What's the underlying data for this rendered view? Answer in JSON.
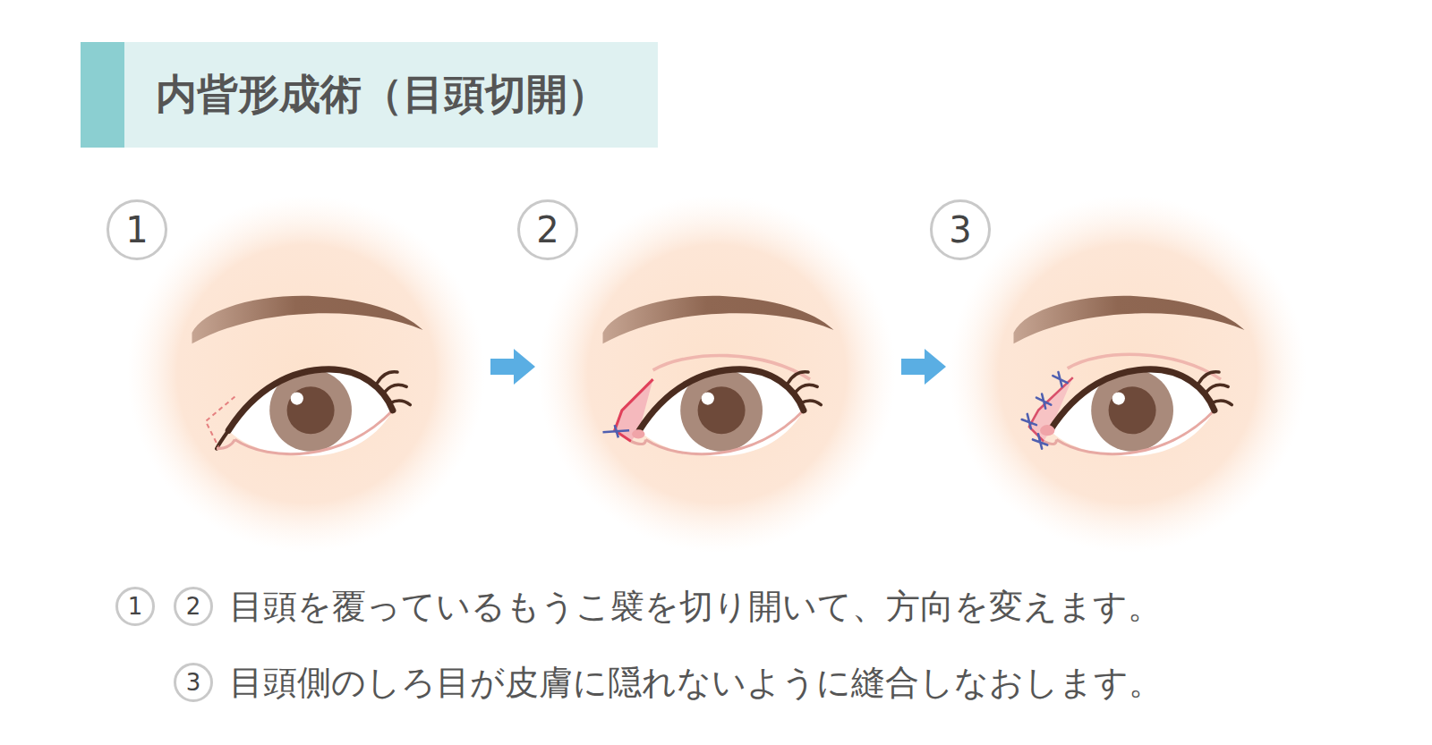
{
  "diagram": {
    "title": "内眥形成術（目頭切開）",
    "nodes": [
      {
        "text": [
          "1"
        ]
      },
      {
        "text": [
          "2"
        ]
      },
      {
        "text": [
          "3"
        ]
      }
    ],
    "edges": [
      {
        "from": 0,
        "to": 1,
        "arrow": "to"
      },
      {
        "from": 1,
        "to": 2,
        "arrow": "to"
      }
    ],
    "labels": [
      "1",
      "2",
      "目頭を覆っているもうこ襞を切り開いて、方向を変えます。",
      "3",
      "目頭側のしろ目が皮膚に隠れないように縫合しなおします。"
    ]
  }
}
